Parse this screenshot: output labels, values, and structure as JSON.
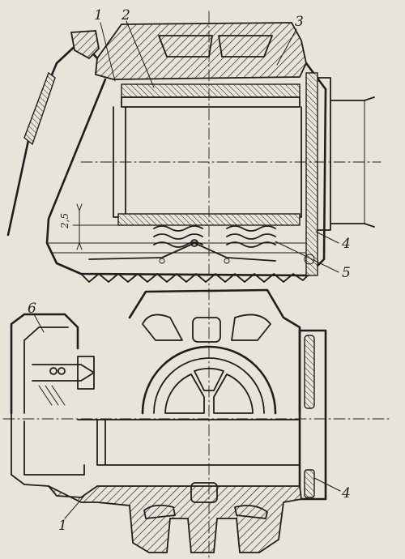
{
  "labels": {
    "part_1_top": "1",
    "part_2": "2",
    "part_3": "3",
    "part_4_top": "4",
    "part_5": "5",
    "part_6": "6",
    "part_4_bottom": "4",
    "part_1_bottom": "1"
  },
  "dimension": "2,5",
  "colors": {
    "paper": "#e9e4da",
    "ink": "#1e1e1e"
  }
}
